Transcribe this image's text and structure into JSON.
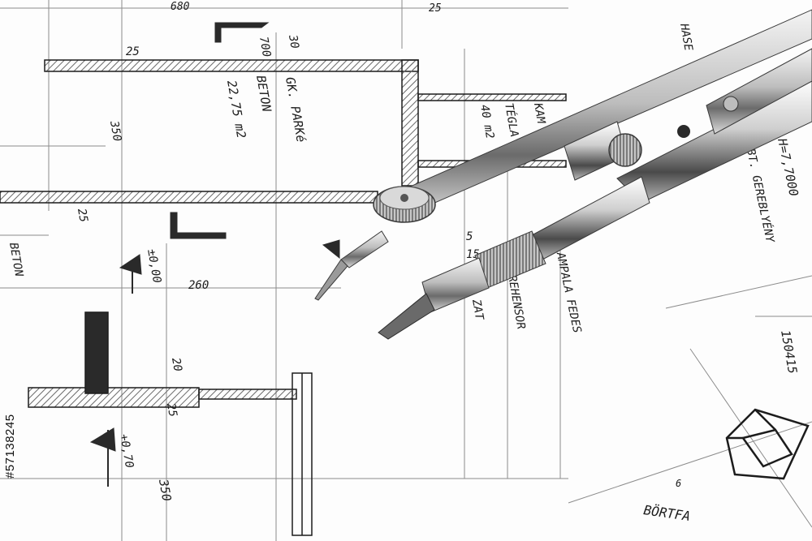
{
  "photo": {
    "subject": "blueprint-with-drafting-compasses",
    "colors": {
      "paper": "#fdfdfd",
      "ink": "#1c1c1c",
      "hatch": "#6a6a6a",
      "steel_light": "#e8e8e8",
      "steel_dark": "#3a3a3a"
    },
    "stock_id": "#57138245",
    "blueprint_labels": {
      "l_680": "680",
      "l_25_top": "25",
      "l_hasab": "HASE",
      "l_25_a": "25",
      "l_700": "700",
      "l_30": "30",
      "l_22_75": "22,75 m2",
      "l_beton": "BETON",
      "l_gk": "GK. PARKé",
      "l_350_a": "350",
      "l_kam": "KAM",
      "l_tegla": "TÉGLA",
      "l_40m2": "40 m2",
      "l_25_b": "25",
      "l_beton_side": "BETON",
      "l_pm000": "±0,00",
      "l_260": "260",
      "l_5": "5",
      "l_15": "15",
      "l_zat": "ZAT",
      "l_rehensor": "REHENSOR",
      "l_lampala": "LAMPALA FEDES",
      "l_h7700": "H=7,7000",
      "l_gereblyeny": "ABT. GEREBLYÉNY",
      "l_150415": "150415",
      "l_20": "20",
      "l_25_c": "25",
      "l_p070": "+0,70",
      "l_350_b": "350",
      "l_bortfa": "BÖRTFA",
      "l_6": "6"
    }
  }
}
